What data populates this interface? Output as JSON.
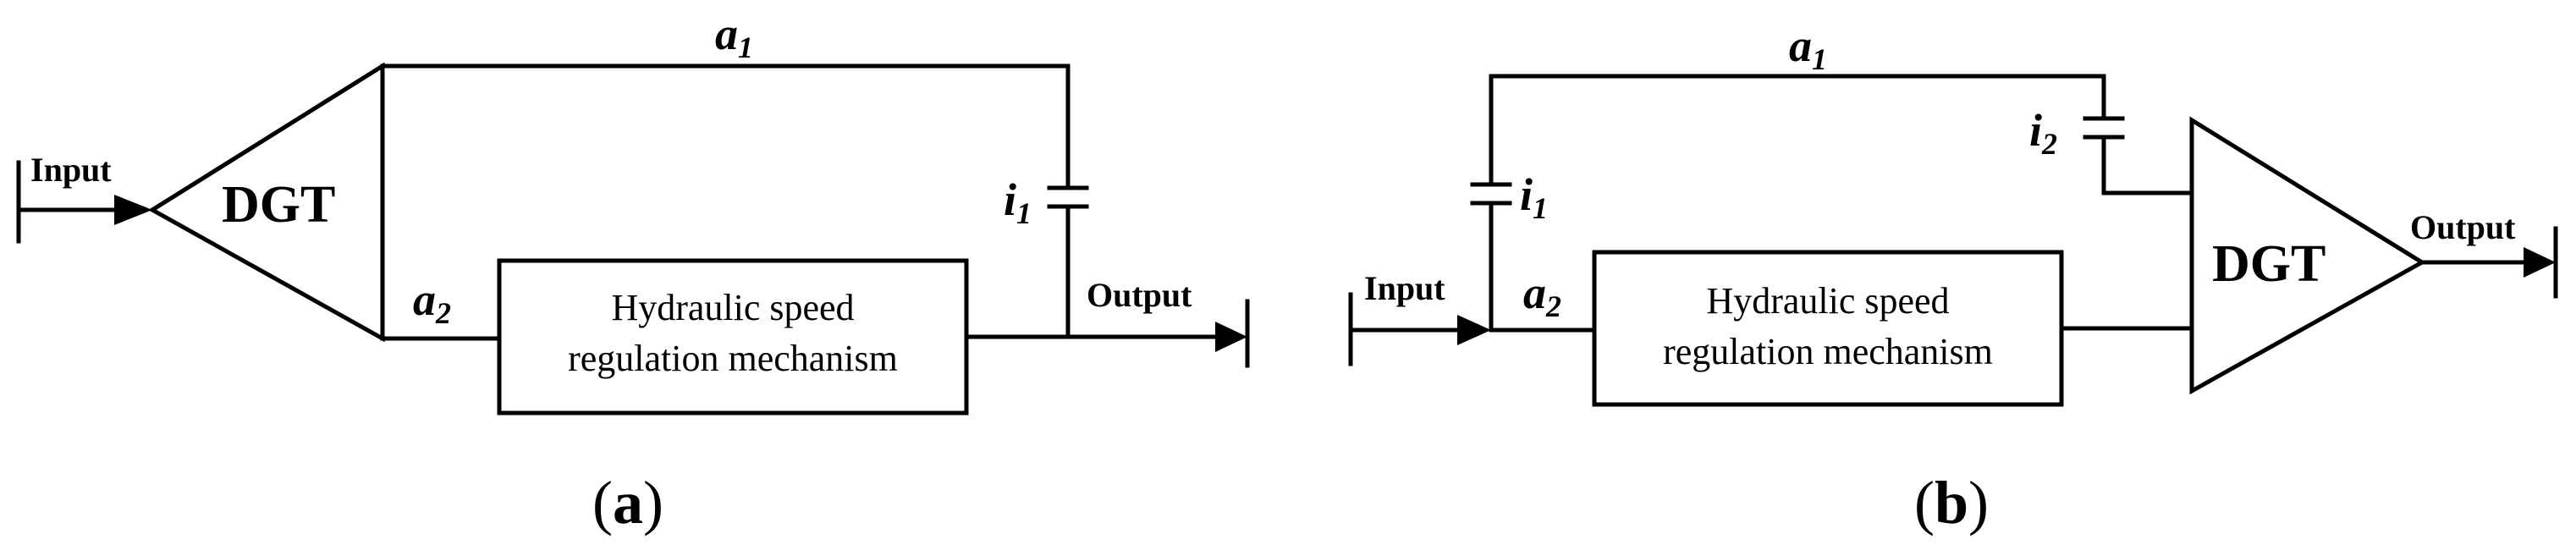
{
  "panel_a": {
    "caption_open": "(",
    "caption_letter": "a",
    "caption_close": ")",
    "input_label": "Input",
    "output_label": "Output",
    "gear_label": "DGT",
    "path_a1": "a",
    "path_a1_sub": "1",
    "path_a2": "a",
    "path_a2_sub": "2",
    "clutch_i1": "i",
    "clutch_i1_sub": "1",
    "box_line1": "Hydraulic speed",
    "box_line2": "regulation mechanism"
  },
  "panel_b": {
    "caption_open": "(",
    "caption_letter": "b",
    "caption_close": ")",
    "input_label": "Input",
    "output_label": "Output",
    "gear_label": "DGT",
    "path_a1": "a",
    "path_a1_sub": "1",
    "path_a2": "a",
    "path_a2_sub": "2",
    "clutch_i1": "i",
    "clutch_i1_sub": "1",
    "clutch_i2": "i",
    "clutch_i2_sub": "2",
    "box_line1": "Hydraulic speed",
    "box_line2": "regulation mechanism"
  }
}
